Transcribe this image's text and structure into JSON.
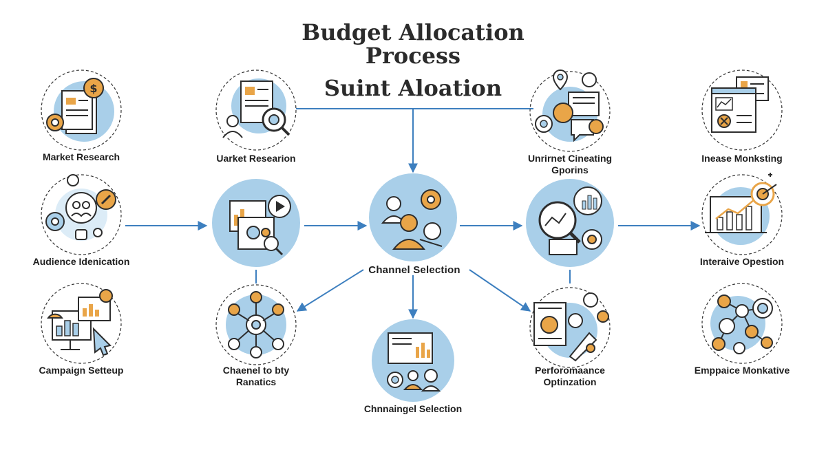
{
  "title": {
    "line1": "Budget Allocation",
    "line2": "Process",
    "line3": "Suint Aloation"
  },
  "nodes": {
    "market_research": {
      "label": "Market Research",
      "icon": "document-dollar-gear-icon"
    },
    "audience_identification": {
      "label": "Audience Idenication",
      "icon": "people-gears-icon"
    },
    "campaign_setup": {
      "label": "Campaign Setteup",
      "icon": "chart-cursor-icon"
    },
    "uarket_research": {
      "label": "Uarket Researion",
      "icon": "person-magnifier-icon"
    },
    "channel_analytics": {
      "label": "Chaenel to bty\nRanatics",
      "icon": "team-network-icon"
    },
    "analytics_video": {
      "label": "",
      "icon": "report-video-icon"
    },
    "channel_selection": {
      "label": "Channel  Selection",
      "icon": "team-gear-icon"
    },
    "channel_selection_2": {
      "label": "Chnnaingel Selection",
      "icon": "dashboard-team-icon"
    },
    "unrirnet_channels": {
      "label": "Unrirnet Cineating\nGporins",
      "icon": "location-chat-icon"
    },
    "performance_optimization": {
      "label": "Perforomaance\nOptinzation",
      "icon": "document-rocket-icon"
    },
    "magnifier_analysis": {
      "label": "",
      "icon": "magnifier-chart-gear-icon"
    },
    "inease_monitoring": {
      "label": "Inease Monksting",
      "icon": "browser-dashboard-icon"
    },
    "iterative_optimization": {
      "label": "Interaive Opestion",
      "icon": "growth-target-icon"
    },
    "empaice_monitoring": {
      "label": "Emppaice Monkative",
      "icon": "network-gears-icon"
    }
  },
  "colors": {
    "circle_fill": "#a9cfe9",
    "circle_light": "#dcecf7",
    "accent_orange": "#e9a548",
    "ink": "#2d2d2d",
    "arrow": "#3d7fbf"
  }
}
